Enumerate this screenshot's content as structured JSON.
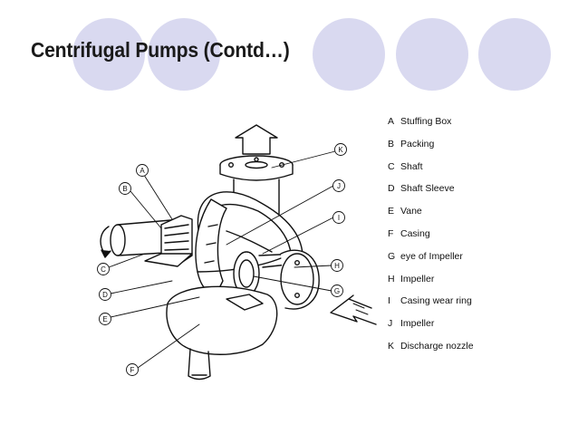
{
  "slide": {
    "title": "Centrifugal Pumps (Contd…)"
  },
  "diagram": {
    "callouts": [
      "K",
      "J",
      "I",
      "H",
      "G",
      "A",
      "B",
      "C",
      "D",
      "E",
      "F"
    ]
  },
  "legend": [
    {
      "letter": "A",
      "label": "Stuffing Box"
    },
    {
      "letter": "B",
      "label": "Packing"
    },
    {
      "letter": "C",
      "label": "Shaft"
    },
    {
      "letter": "D",
      "label": "Shaft Sleeve"
    },
    {
      "letter": "E",
      "label": "Vane"
    },
    {
      "letter": "F",
      "label": "Casing"
    },
    {
      "letter": "G",
      "label": "eye of Impeller"
    },
    {
      "letter": "H",
      "label": "Impeller"
    },
    {
      "letter": "I",
      "label": "Casing wear ring"
    },
    {
      "letter": "J",
      "label": "Impeller"
    },
    {
      "letter": "K",
      "label": "Discharge nozzle"
    }
  ],
  "colors": {
    "decor_circle": "#d9d9f0",
    "title_text": "#1a1a1a",
    "line_art": "#111111"
  }
}
